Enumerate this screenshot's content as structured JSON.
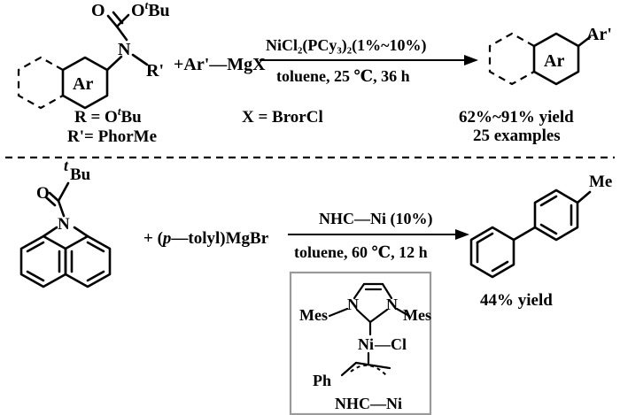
{
  "top_reaction": {
    "carbamate_group": "O",
    "ester_group": "O<sup>t</sup>Bu",
    "nitrogen": "N",
    "r_prime": "R'",
    "ring_label": "Ar",
    "reagent": "+Ar'—MgX",
    "catalyst": "NiCl₂(PCy₃)₂(1%~10%)",
    "conditions": "toluene, 25 ℃, 36 h",
    "product_ring_label": "Ar",
    "product_substituent": "Ar'",
    "r_definition": "R = O",
    "r_definition_sup": "t",
    "r_definition_tail": "Bu",
    "r_prime_definition": "R'= PhorMe",
    "x_definition": "X = BrorCl",
    "yield": "62%~91% yield",
    "examples": "25 examples"
  },
  "bottom_reaction": {
    "tert_prefix": "t",
    "tert_group": "Bu",
    "carbonyl_o": "O",
    "nitrogen": "N",
    "reagent_prefix": "+ (",
    "reagent_italic": "p",
    "reagent_tail": "—tolyl)MgBr",
    "catalyst": "NHC—Ni (10%)",
    "conditions": "toluene, 60 ℃, 12 h",
    "product_substituent": "Me",
    "yield": "44% yield"
  },
  "catalyst_box": {
    "n_left": "N",
    "n_right": "N",
    "mes_left": "Mes",
    "mes_right": "Mes",
    "ni": "Ni",
    "cl": "—Cl",
    "ph": "Ph",
    "label": "NHC—Ni"
  }
}
